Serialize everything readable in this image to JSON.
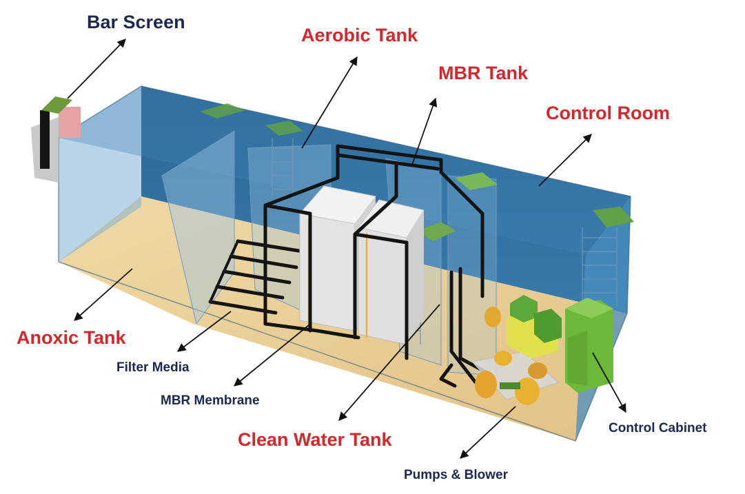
{
  "diagram": {
    "colors": {
      "major_label": "#d7262b",
      "dark_label": "#1d2850",
      "tank_blue": "#2f6e9e",
      "tank_blue_light": "#6fa7cf",
      "floor": "#e9cf96",
      "pipe": "#141414",
      "membrane": "#e4e4e4",
      "pad_green": "#5fa048",
      "equipment_yellow": "#e8b130",
      "cabinet_green": "#6cb83a",
      "screen_pink": "#e7a3a3"
    },
    "labels": {
      "bar_screen": "Bar Screen",
      "aerobic_tank": "Aerobic Tank",
      "mbr_tank": "MBR Tank",
      "control_room": "Control Room",
      "anoxic_tank": "Anoxic Tank",
      "filter_media": "Filter Media",
      "mbr_membrane": "MBR Membrane",
      "clean_water_tank": "Clean Water Tank",
      "control_cabinet": "Control Cabinet",
      "pumps_blower": "Pumps & Blower"
    }
  }
}
